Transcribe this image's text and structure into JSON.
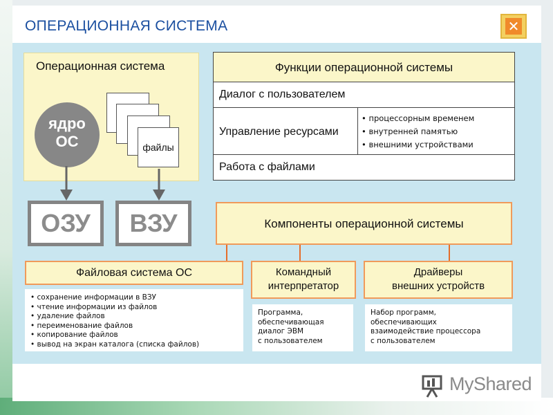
{
  "title": "ОПЕРАЦИОННАЯ СИСТЕМА",
  "close_symbol": "✕",
  "os_box": {
    "label": "Операционная система",
    "kernel_line1": "ядро",
    "kernel_line2": "ОС",
    "files_label": "файлы"
  },
  "memory": {
    "ram": "ОЗУ",
    "storage": "ВЗУ"
  },
  "functions": {
    "header": "Функции операционной системы",
    "dialog": "Диалог с пользователем",
    "resources": "Управление ресурсами",
    "resource_items": [
      "процессорным временем",
      "внутренней памятью",
      "внешними устройствами"
    ],
    "files": "Работа с файлами"
  },
  "components": {
    "header": "Компоненты операционной системы",
    "fs_title": "Файловая система ОС",
    "fs_items": [
      "сохранение информации в ВЗУ",
      "чтение информации из файлов",
      "удаление файлов",
      "переименование файлов",
      "копирование файлов",
      "вывод на экран каталога (списка файлов)"
    ],
    "interp_title_1": "Командный",
    "interp_title_2": "интерпретатор",
    "interp_desc_1": "Программа,",
    "interp_desc_2": "обеспечивающая",
    "interp_desc_3": "диалог ЭВМ",
    "interp_desc_4": "с пользователем",
    "drivers_title_1": "Драйверы",
    "drivers_title_2": "внешних устройств",
    "drivers_desc_1": "Набор программ,",
    "drivers_desc_2": "обеспечивающих",
    "drivers_desc_3": "взаимодействие процессора",
    "drivers_desc_4": "с пользователем"
  },
  "watermark": "MyShared",
  "colors": {
    "title": "#1b4fa0",
    "panel": "#c9e6f0",
    "box_fill": "#fbf6c9",
    "accent": "#e56d2a",
    "gray": "#878787"
  }
}
